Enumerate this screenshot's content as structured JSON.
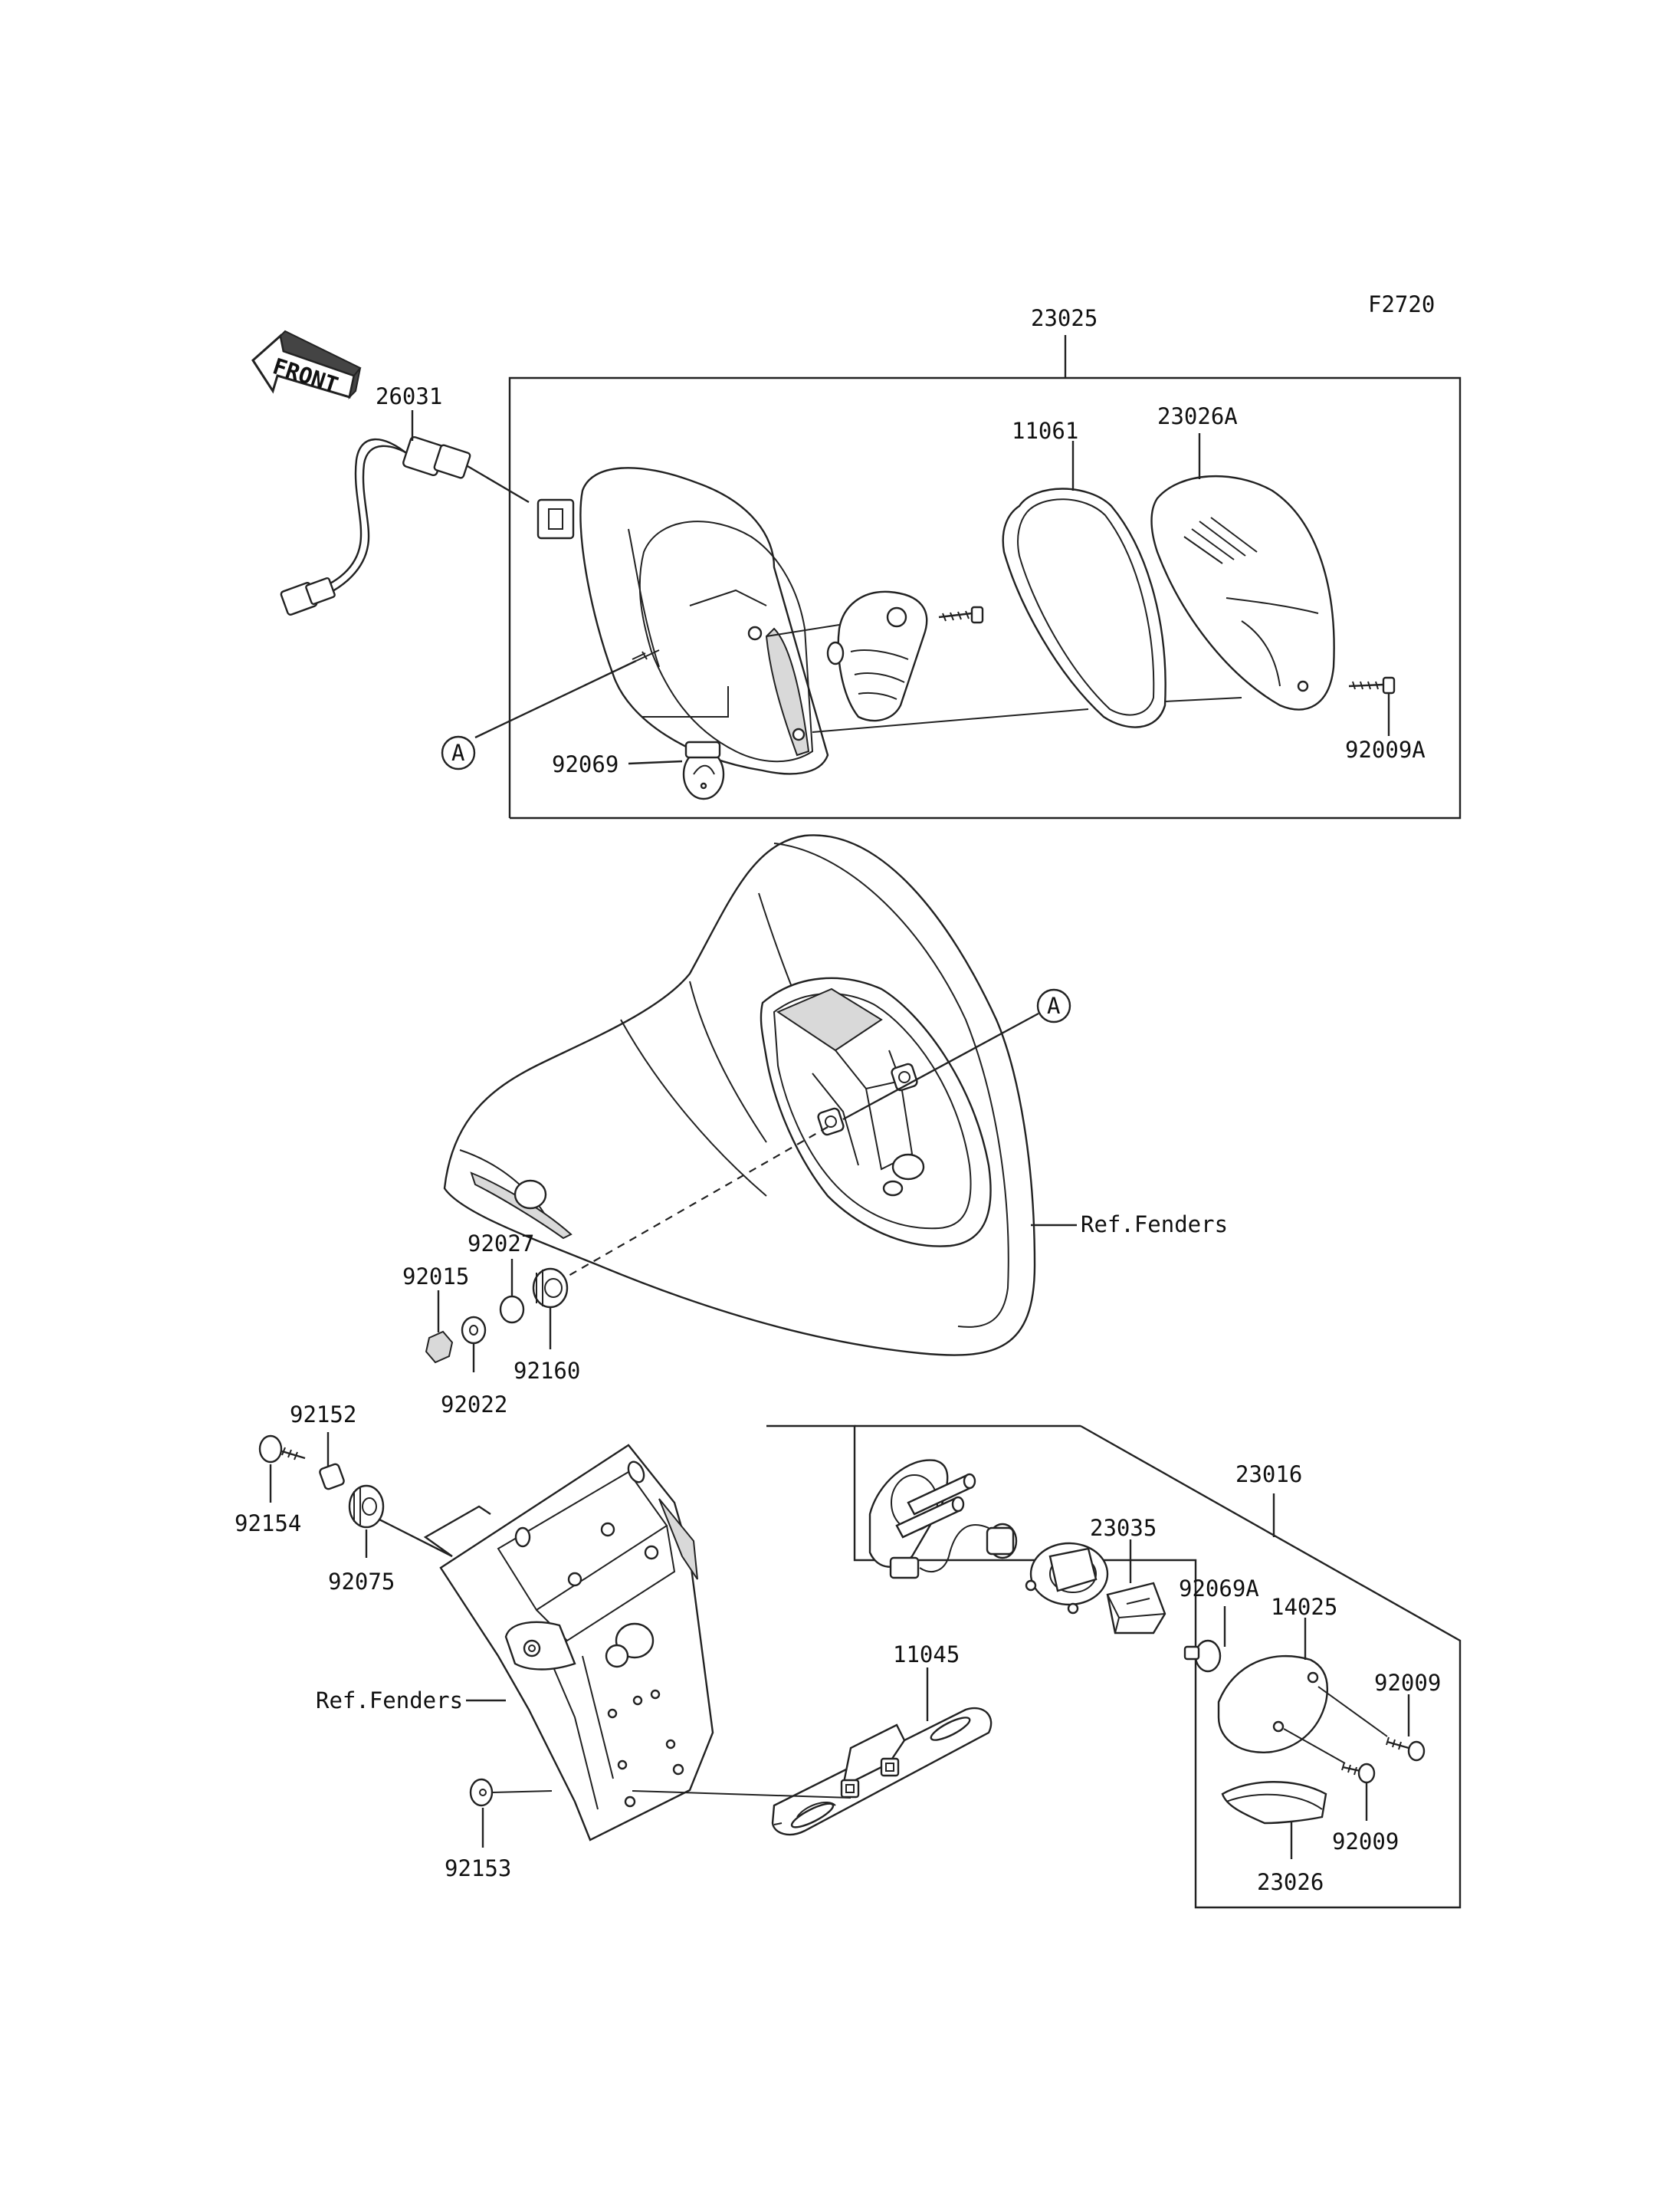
{
  "figure_code": "F2720",
  "front_label": "FRONT",
  "ref_a": "A",
  "parts": {
    "p23025": "23025",
    "p26031": "26031",
    "p11061": "11061",
    "p23026A": "23026A",
    "p92009A": "92009A",
    "p92069": "92069",
    "p92027": "92027",
    "p92015": "92015",
    "p92160": "92160",
    "p92022": "92022",
    "p92152": "92152",
    "p92154": "92154",
    "p92075": "92075",
    "p23016": "23016",
    "p23035": "23035",
    "p92069A": "92069A",
    "p14025": "14025",
    "p11045": "11045",
    "p92009_upper": "92009",
    "p92009_lower": "92009",
    "p92153": "92153",
    "p23026": "23026"
  },
  "refs": {
    "fenders_upper": "Ref.Fenders",
    "fenders_lower": "Ref.Fenders"
  }
}
